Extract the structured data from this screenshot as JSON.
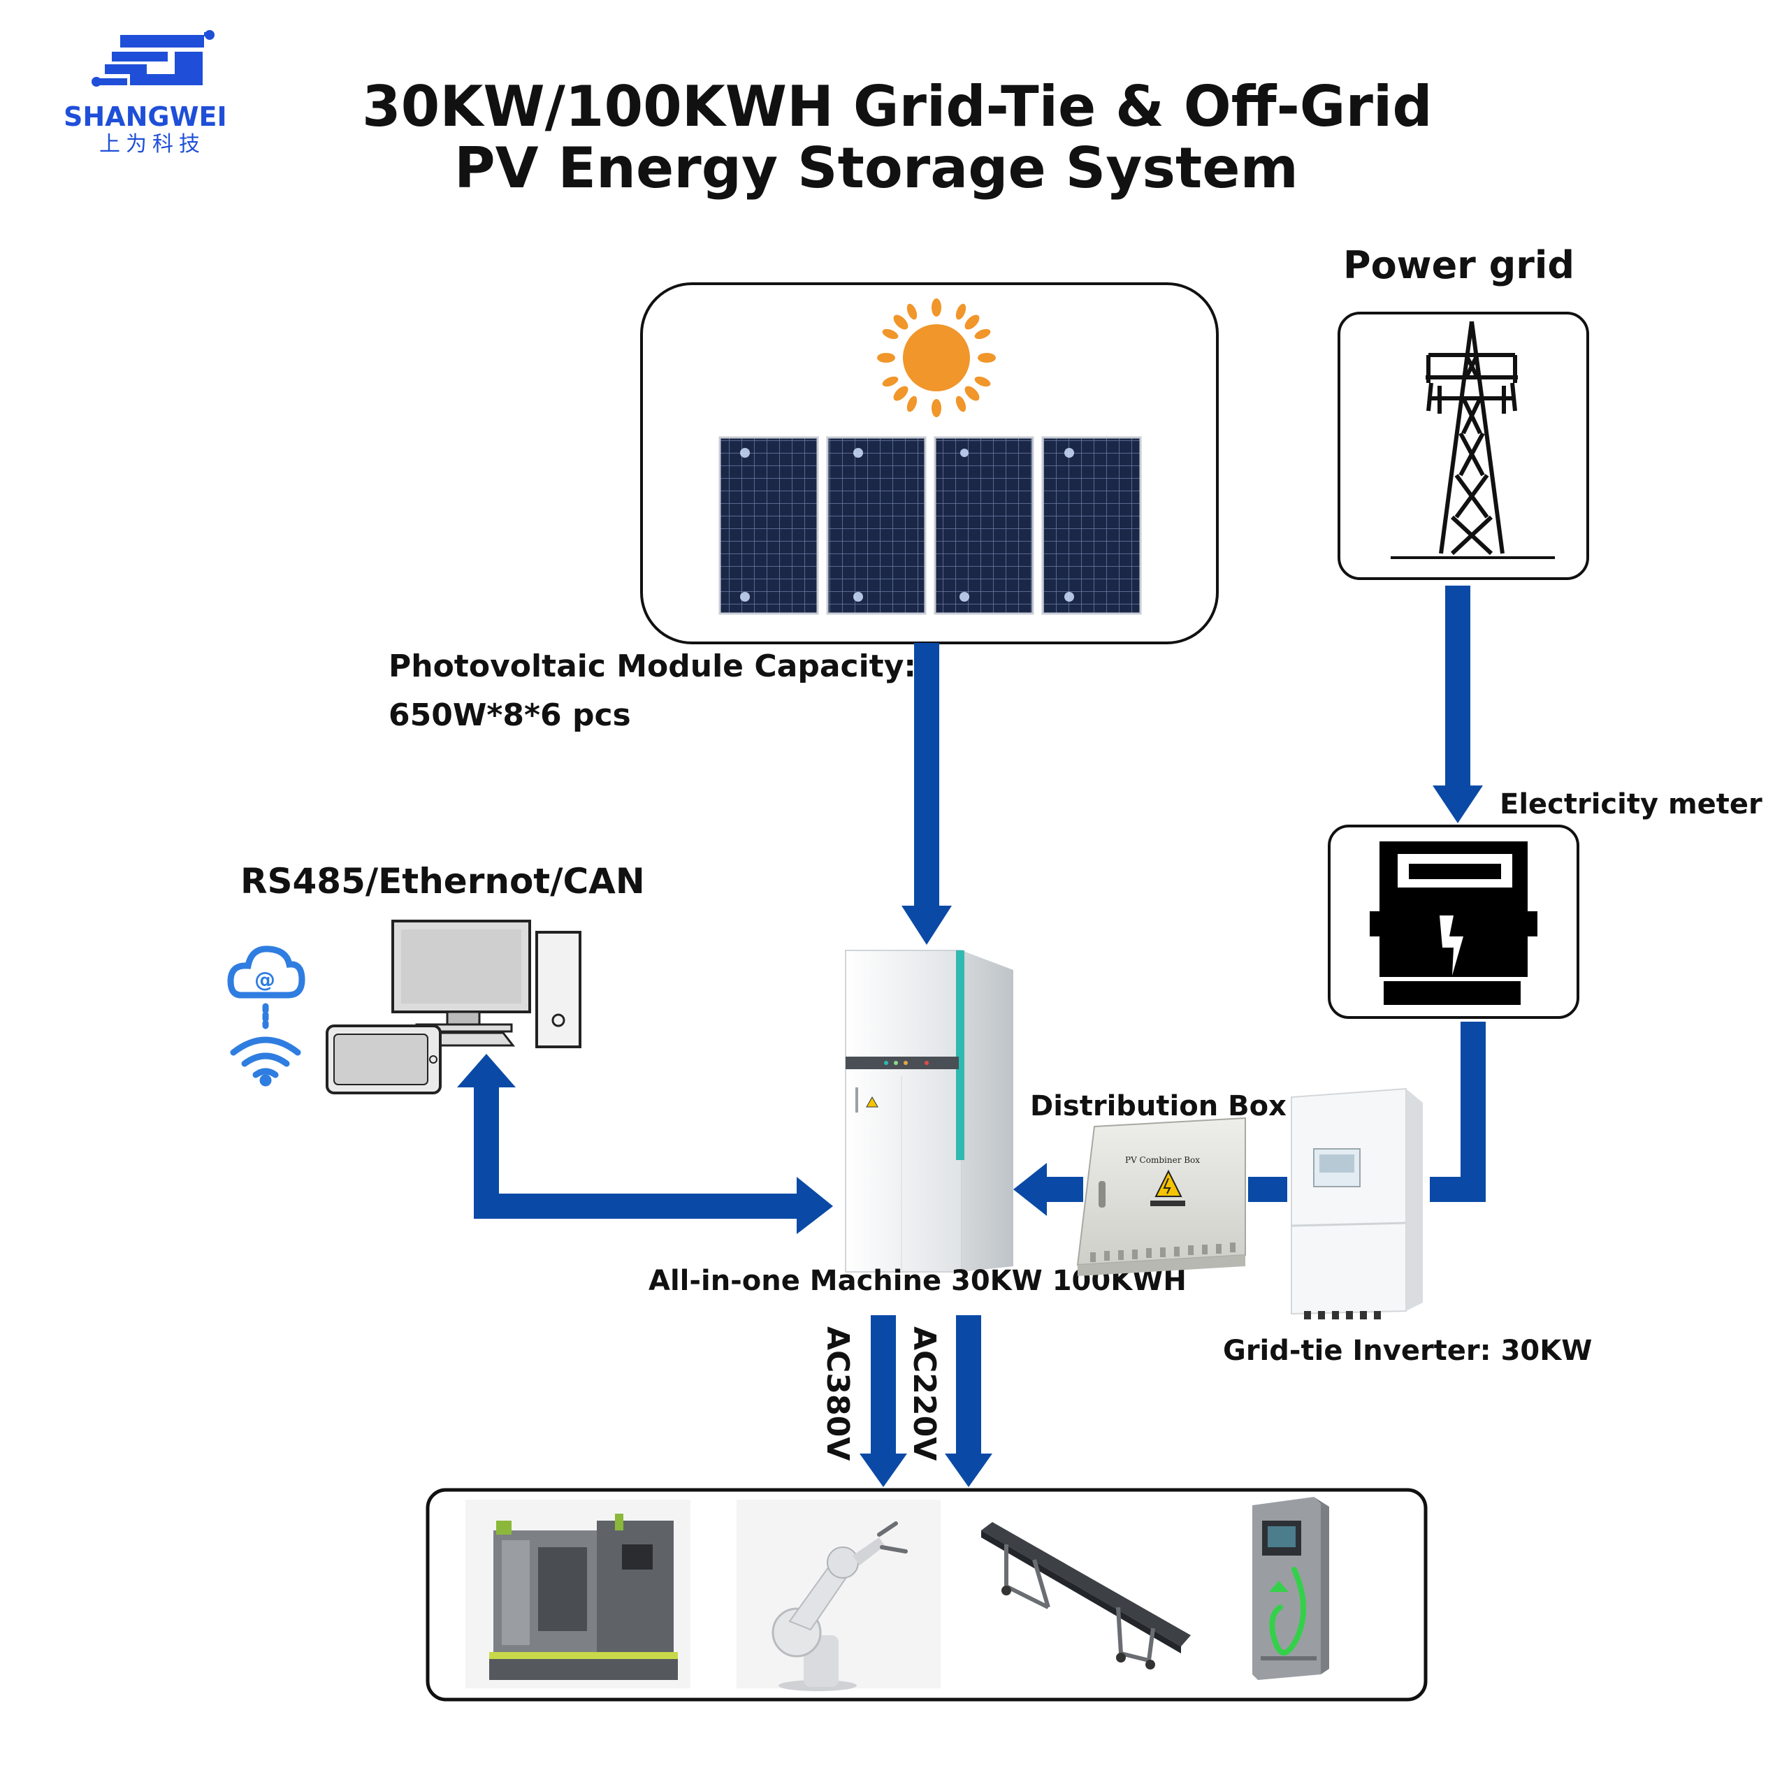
{
  "brand": {
    "name": "SHANGWEI",
    "subtitle": "上为科技",
    "color": "#1f4fd8"
  },
  "title": {
    "line1": "30KW/100KWH Grid-Tie & Off-Grid",
    "line2": "PV Energy Storage System"
  },
  "nodes": {
    "power_grid": "Power grid",
    "pv_capacity_line1": "Photovoltaic Module Capacity:",
    "pv_capacity_line2": "650W*8*6 pcs",
    "electricity_meter": "Electricity meter",
    "comm": "RS485/Ethernot/CAN",
    "distribution_box": "Distribution Box",
    "combiner_box_label": "PV Combiner Box",
    "all_in_one": "All-in-one Machine 30KW 100KWH",
    "inverter": "Grid-tie Inverter:  30KW",
    "ac380": "AC380V",
    "ac220": "AC220V"
  },
  "icons": [
    "sun-icon",
    "solar-panel-icon",
    "transmission-tower-icon",
    "electricity-meter-icon",
    "cloud-icon",
    "wifi-icon",
    "computer-icon",
    "tablet-icon",
    "cabinet-icon",
    "combiner-box-icon",
    "inverter-icon",
    "cnc-machine-icon",
    "robot-arm-icon",
    "conveyor-icon",
    "ev-charger-icon"
  ],
  "colors": {
    "arrow": "#0a4aa6",
    "sun": "#f0962a",
    "panel": "#1b2747",
    "teal": "#2fb9b0"
  }
}
